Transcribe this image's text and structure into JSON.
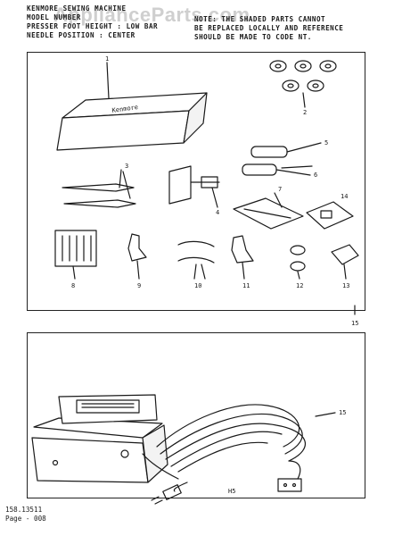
{
  "header": {
    "left": [
      "KENMORE SEWING MACHINE",
      "MODEL NUMBER",
      "PRESSER FOOT HEIGHT : LOW BAR",
      "NEEDLE POSITION : CENTER"
    ],
    "right": [
      "NOTE: THE SHADED PARTS CANNOT",
      "BE REPLACED LOCALLY AND REFERENCE",
      "SHOULD BE MADE TO CODE NT."
    ]
  },
  "watermark": "ApplianceParts.com",
  "callouts": [
    "1",
    "2",
    "3",
    "4",
    "5",
    "6",
    "7",
    "8",
    "9",
    "10",
    "11",
    "12",
    "13",
    "14",
    "15",
    "15"
  ],
  "box_label": "Kenmore",
  "drawing_id": "H5",
  "footer": {
    "code": "158.13511",
    "page": "Page - 008"
  }
}
